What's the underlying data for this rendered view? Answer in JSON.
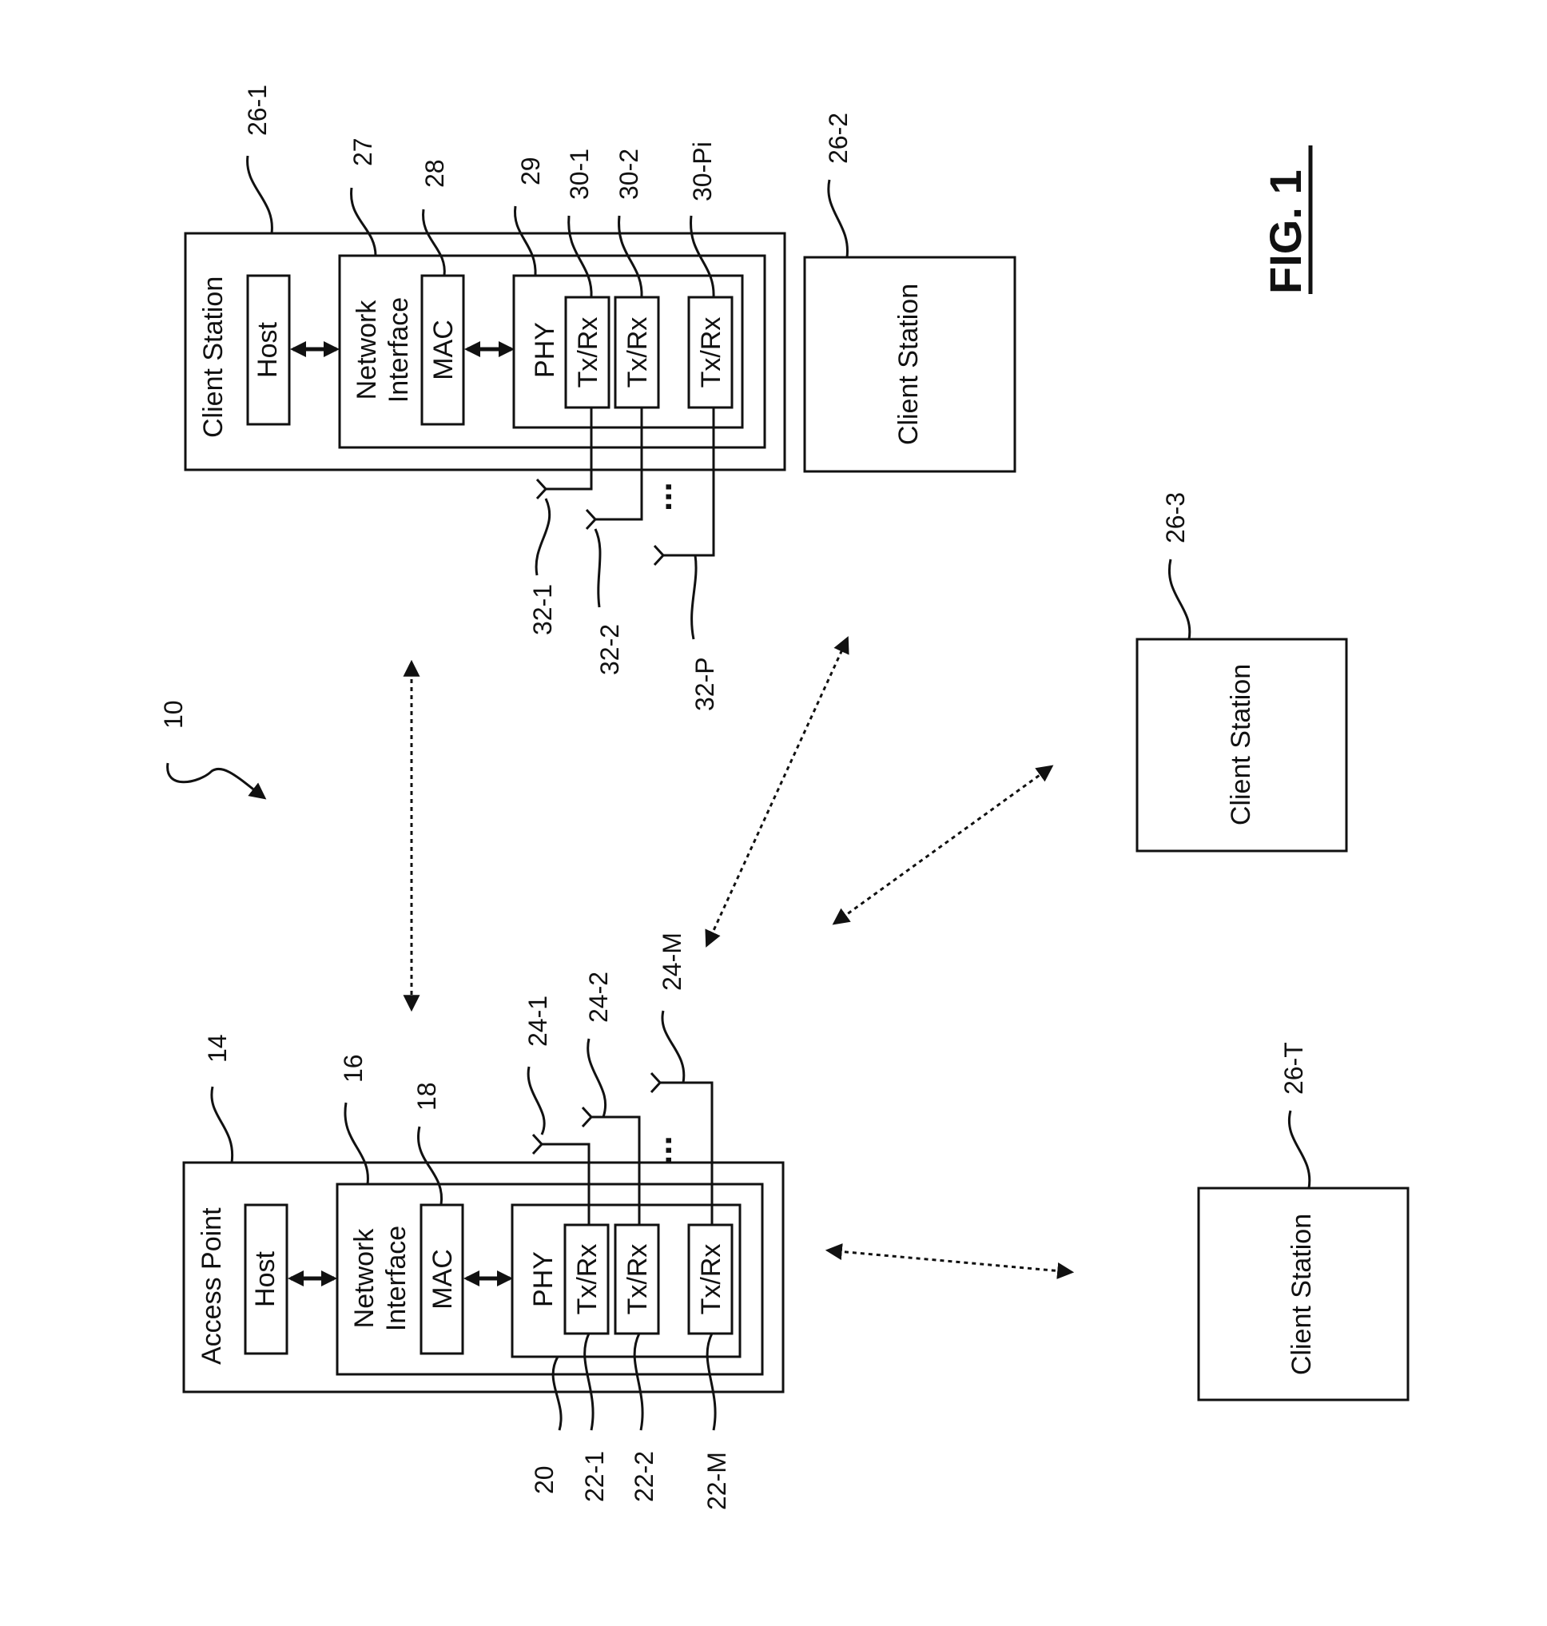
{
  "figure_label": "FIG. 1",
  "system_ref": "10",
  "access_point": {
    "title": "Access Point",
    "ref": "14",
    "host": "Host",
    "network_interface": "Network Interface",
    "network_interface_ref": "16",
    "mac": "MAC",
    "mac_ref": "18",
    "phy": "PHY",
    "phy_ref": "20",
    "transceivers": [
      "Tx/Rx",
      "Tx/Rx",
      "Tx/Rx"
    ],
    "transceiver_refs": [
      "22-1",
      "22-2",
      "22-M"
    ],
    "antenna_refs": [
      "24-1",
      "24-2",
      "24-M"
    ],
    "ellipsis": "..."
  },
  "client_station_1": {
    "title": "Client Station",
    "ref": "26-1",
    "host": "Host",
    "network_interface": "Network Interface",
    "network_interface_ref": "27",
    "mac": "MAC",
    "mac_ref": "28",
    "phy": "PHY",
    "phy_ref": "29",
    "transceivers": [
      "Tx/Rx",
      "Tx/Rx",
      "Tx/Rx"
    ],
    "transceiver_refs": [
      "30-1",
      "30-2",
      "30-Pi"
    ],
    "antenna_refs": [
      "32-1",
      "32-2",
      "32-P"
    ],
    "ellipsis": "..."
  },
  "client_station_2": {
    "title": "Client Station",
    "ref": "26-2"
  },
  "client_station_3": {
    "title": "Client Station",
    "ref": "26-3"
  },
  "client_station_t": {
    "title": "Client Station",
    "ref": "26-T"
  }
}
